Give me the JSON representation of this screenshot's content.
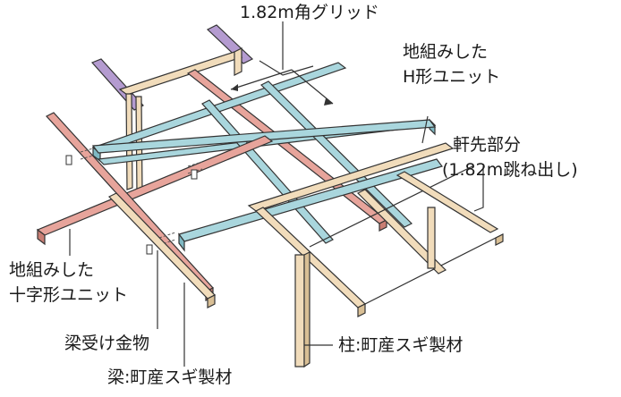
{
  "labels": {
    "grid": "1.82m角グリッド",
    "h_unit_line1": "地組みした",
    "h_unit_line2": "H形ユニット",
    "eaves_line1": "軒先部分",
    "eaves_line2": "(1.82m跳ね出し)",
    "cross_unit_line1": "地組みした",
    "cross_unit_line2": "十字形ユニット",
    "hanger": "梁受け金物",
    "beam": "梁:町産スギ製材",
    "column": "柱:町産スギ製材"
  },
  "colors": {
    "h_unit": "#a9d6dd",
    "cross_unit": "#e7a49b",
    "timber": "#f1dcbb",
    "purple_member": "#b49bd0",
    "outline": "#333333"
  }
}
